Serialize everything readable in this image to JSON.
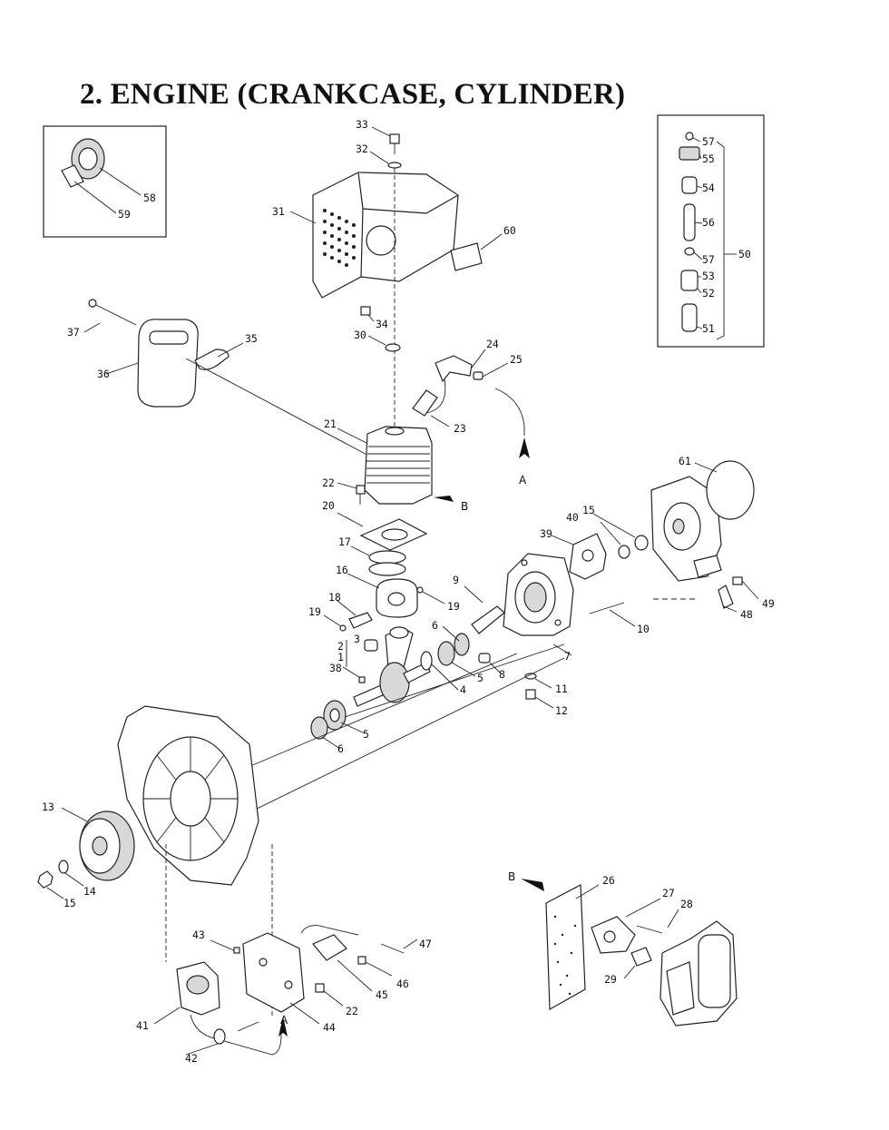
{
  "title": "2. ENGINE (CRANKCASE, CYLINDER)",
  "callouts": {
    "c1": "1",
    "c2": "2",
    "c3": "3",
    "c4": "4",
    "c5a": "5",
    "c5b": "5",
    "c6a": "6",
    "c6b": "6",
    "c7": "7",
    "c8": "8",
    "c9": "9",
    "c10": "10",
    "c11": "11",
    "c12": "12",
    "c13": "13",
    "c14": "14",
    "c15a": "15",
    "c15b": "15",
    "c16": "16",
    "c17": "17",
    "c18": "18",
    "c19a": "19",
    "c19b": "19",
    "c20": "20",
    "c21": "21",
    "c22a": "22",
    "c22b": "22",
    "c23": "23",
    "c24": "24",
    "c25": "25",
    "c26": "26",
    "c27": "27",
    "c28": "28",
    "c29": "29",
    "c30": "30",
    "c31": "31",
    "c32": "32",
    "c33": "33",
    "c34": "34",
    "c35": "35",
    "c36": "36",
    "c37": "37",
    "c38": "38",
    "c39": "39",
    "c40": "40",
    "c41": "41",
    "c42": "42",
    "c43": "43",
    "c44": "44",
    "c45": "45",
    "c46": "46",
    "c47": "47",
    "c48": "48",
    "c49": "49",
    "c50": "50",
    "c51": "51",
    "c52": "52",
    "c53": "53",
    "c54": "54",
    "c55": "55",
    "c56": "56",
    "c57a": "57",
    "c57b": "57",
    "c58": "58",
    "c59": "59",
    "c60": "60",
    "c61": "61"
  },
  "refs": {
    "a1": "A",
    "a2": "A",
    "b1": "B",
    "b2": "B"
  }
}
